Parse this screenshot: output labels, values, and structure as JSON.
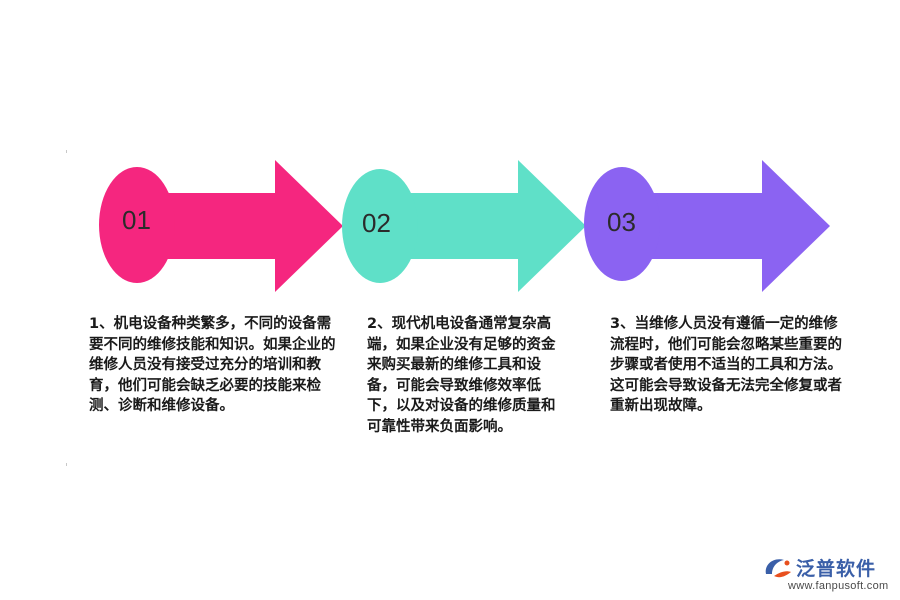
{
  "steps": [
    {
      "number": "01",
      "color": "#f5267f",
      "text": "1、机电设备种类繁多，不同的设备需要不同的维修技能和知识。如果企业的维修人员没有接受过充分的培训和教育，他们可能会缺乏必要的技能来检测、诊断和维修设备。"
    },
    {
      "number": "02",
      "color": "#5fe0c8",
      "text": "2、现代机电设备通常复杂高端，如果企业没有足够的资金来购买最新的维修工具和设备，可能会导致维修效率低下，以及对设备的维修质量和可靠性带来负面影响。"
    },
    {
      "number": "03",
      "color": "#8b63f2",
      "text": "3、当维修人员没有遵循一定的维修流程时，他们可能会忽略某些重要的步骤或者使用不适当的工具和方法。这可能会导致设备无法完全修复或者重新出现故障。"
    }
  ],
  "logo": {
    "name": "泛普软件",
    "url": "www.fanpusoft.com",
    "color": "#3a5fa8",
    "accent": "#e8501e"
  }
}
